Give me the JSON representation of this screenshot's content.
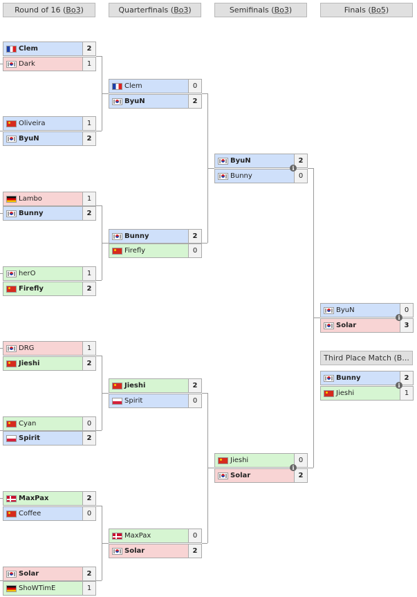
{
  "headers": {
    "r16": {
      "text": "Round of 16 (",
      "bo": "Bo3",
      "end": ")"
    },
    "qf": {
      "text": "Quarterfinals (",
      "bo": "Bo3",
      "end": ")"
    },
    "sf": {
      "text": "Semifinals (",
      "bo": "Bo3",
      "end": ")"
    },
    "final": {
      "text": "Finals (",
      "bo": "Bo5",
      "end": ")"
    },
    "third": "Third Place Match (B..."
  },
  "info_icon": "i",
  "r16": [
    {
      "p1": {
        "name": "Clem",
        "flag": "fr",
        "score": "2"
      },
      "p2": {
        "name": "Dark",
        "flag": "kr",
        "score": "1"
      }
    },
    {
      "p1": {
        "name": "Oliveira",
        "flag": "cn",
        "score": "1"
      },
      "p2": {
        "name": "ByuN",
        "flag": "kr",
        "score": "2"
      }
    },
    {
      "p1": {
        "name": "Lambo",
        "flag": "de",
        "score": "1"
      },
      "p2": {
        "name": "Bunny",
        "flag": "kr",
        "score": "2"
      }
    },
    {
      "p1": {
        "name": "herO",
        "flag": "kr",
        "score": "1"
      },
      "p2": {
        "name": "Firefly",
        "flag": "cn",
        "score": "2"
      }
    },
    {
      "p1": {
        "name": "DRG",
        "flag": "kr",
        "score": "1"
      },
      "p2": {
        "name": "Jieshi",
        "flag": "cn",
        "score": "2"
      }
    },
    {
      "p1": {
        "name": "Cyan",
        "flag": "cn",
        "score": "0"
      },
      "p2": {
        "name": "Spirit",
        "flag": "pl",
        "score": "2"
      }
    },
    {
      "p1": {
        "name": "MaxPax",
        "flag": "dk",
        "score": "2"
      },
      "p2": {
        "name": "Coffee",
        "flag": "cn",
        "score": "0"
      }
    },
    {
      "p1": {
        "name": "Solar",
        "flag": "kr",
        "score": "2"
      },
      "p2": {
        "name": "ShoWTimE",
        "flag": "de",
        "score": "1"
      }
    }
  ],
  "qf": [
    {
      "p1": {
        "name": "Clem",
        "flag": "fr",
        "score": "0"
      },
      "p2": {
        "name": "ByuN",
        "flag": "kr",
        "score": "2"
      }
    },
    {
      "p1": {
        "name": "Bunny",
        "flag": "kr",
        "score": "2"
      },
      "p2": {
        "name": "Firefly",
        "flag": "cn",
        "score": "0"
      }
    },
    {
      "p1": {
        "name": "Jieshi",
        "flag": "cn",
        "score": "2"
      },
      "p2": {
        "name": "Spirit",
        "flag": "pl",
        "score": "0"
      }
    },
    {
      "p1": {
        "name": "MaxPax",
        "flag": "dk",
        "score": "0"
      },
      "p2": {
        "name": "Solar",
        "flag": "kr",
        "score": "2"
      }
    }
  ],
  "sf": [
    {
      "p1": {
        "name": "ByuN",
        "flag": "kr",
        "score": "2"
      },
      "p2": {
        "name": "Bunny",
        "flag": "kr",
        "score": "0"
      }
    },
    {
      "p1": {
        "name": "Jieshi",
        "flag": "cn",
        "score": "0"
      },
      "p2": {
        "name": "Solar",
        "flag": "kr",
        "score": "2"
      }
    }
  ],
  "final": {
    "p1": {
      "name": "ByuN",
      "flag": "kr",
      "score": "0"
    },
    "p2": {
      "name": "Solar",
      "flag": "kr",
      "score": "3"
    }
  },
  "third": {
    "p1": {
      "name": "Bunny",
      "flag": "kr",
      "score": "2"
    },
    "p2": {
      "name": "Jieshi",
      "flag": "cn",
      "score": "1"
    }
  }
}
